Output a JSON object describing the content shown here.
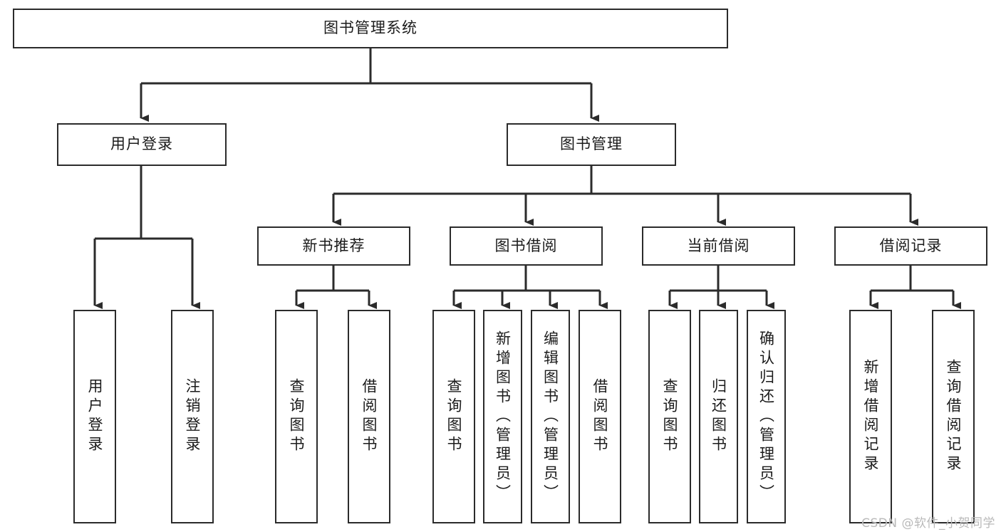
{
  "diagram": {
    "title": "图书管理系统",
    "type": "tree-hierarchy-chart",
    "background_color": "#ffffff",
    "line_color": "#2b2b2b",
    "text_color": "#1b1b1b",
    "watermark": "CSDN @软件_小贺同学",
    "levels": {
      "root": {
        "label": "图书管理系统"
      },
      "level2": [
        {
          "label": "用户登录"
        },
        {
          "label": "图书管理"
        }
      ],
      "level3": [
        {
          "label": "新书推荐"
        },
        {
          "label": "图书借阅"
        },
        {
          "label": "当前借阅"
        },
        {
          "label": "借阅记录"
        }
      ],
      "leaves": [
        {
          "label": "用户登录",
          "parent": "用户登录"
        },
        {
          "label": "注销登录",
          "parent": "用户登录"
        },
        {
          "label": "查询图书",
          "parent": "新书推荐"
        },
        {
          "label": "借阅图书",
          "parent": "新书推荐"
        },
        {
          "label": "查询图书",
          "parent": "图书借阅"
        },
        {
          "label": "新增图书（管理员）",
          "parent": "图书借阅"
        },
        {
          "label": "编辑图书（管理员）",
          "parent": "图书借阅"
        },
        {
          "label": "借阅图书",
          "parent": "图书借阅"
        },
        {
          "label": "查询图书",
          "parent": "当前借阅"
        },
        {
          "label": "归还图书",
          "parent": "当前借阅"
        },
        {
          "label": "确认归还（管理员）",
          "parent": "当前借阅"
        },
        {
          "label": "新增借阅记录",
          "parent": "借阅记录"
        },
        {
          "label": "查询借阅记录",
          "parent": "借阅记录"
        }
      ]
    }
  }
}
